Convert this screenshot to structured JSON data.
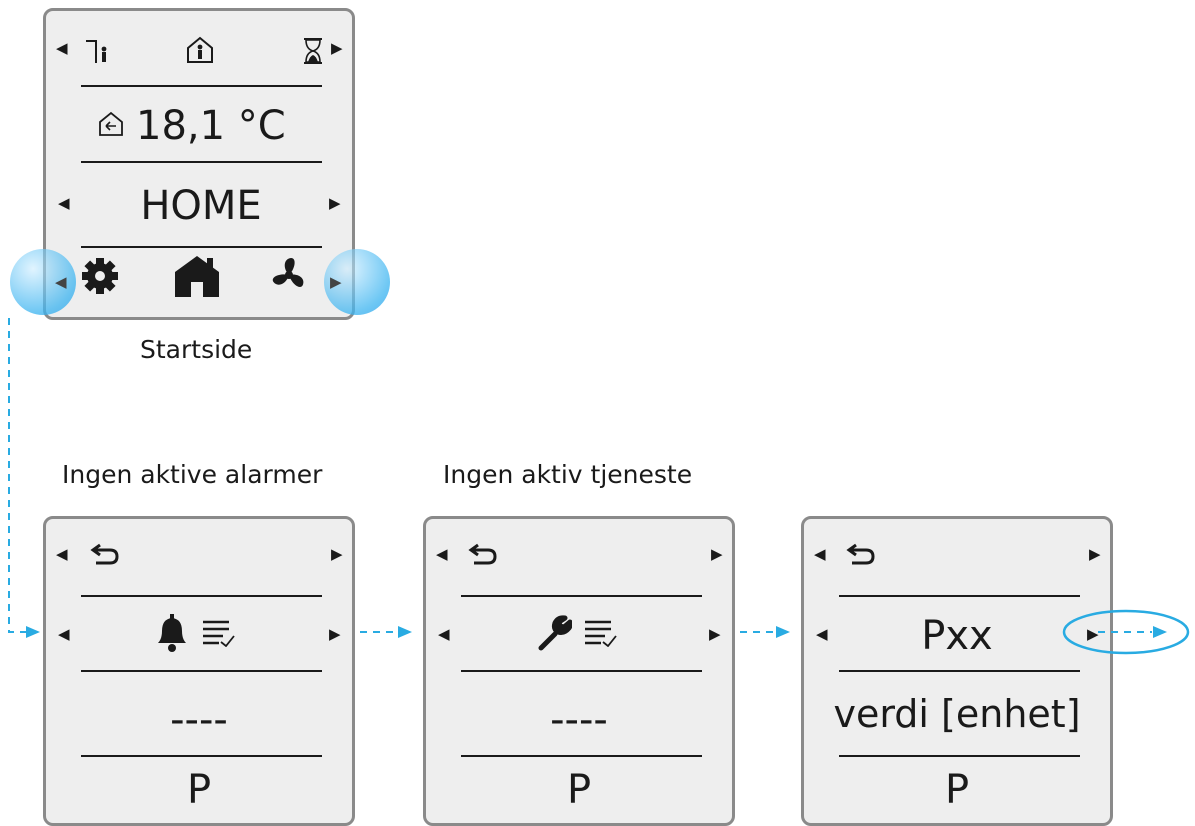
{
  "startpage": {
    "temperature": "18,1 °C",
    "mode": "HOME",
    "caption": "Startside"
  },
  "screens": [
    {
      "caption": "Ingen aktive alarmer",
      "value": "----",
      "footer": "P",
      "icon": "bell-icon"
    },
    {
      "caption": "Ingen aktiv tjeneste",
      "value": "----",
      "footer": "P",
      "icon": "wrench-icon"
    },
    {
      "param": "Pxx",
      "value": "verdi [enhet]",
      "footer": "P"
    }
  ],
  "icons": {
    "top_row": [
      "person-exit-icon",
      "person-home-icon",
      "hourglass-icon"
    ],
    "bottom_row": [
      "gear-icon",
      "house-icon",
      "fan-icon"
    ],
    "back": "back-arrow-icon",
    "temp_source": "house-arrow-icon",
    "list_check": "list-check-icon"
  },
  "colors": {
    "screen_bg": "#eeeeee",
    "screen_border": "#8a8a8a",
    "highlight": "#29abe2"
  }
}
